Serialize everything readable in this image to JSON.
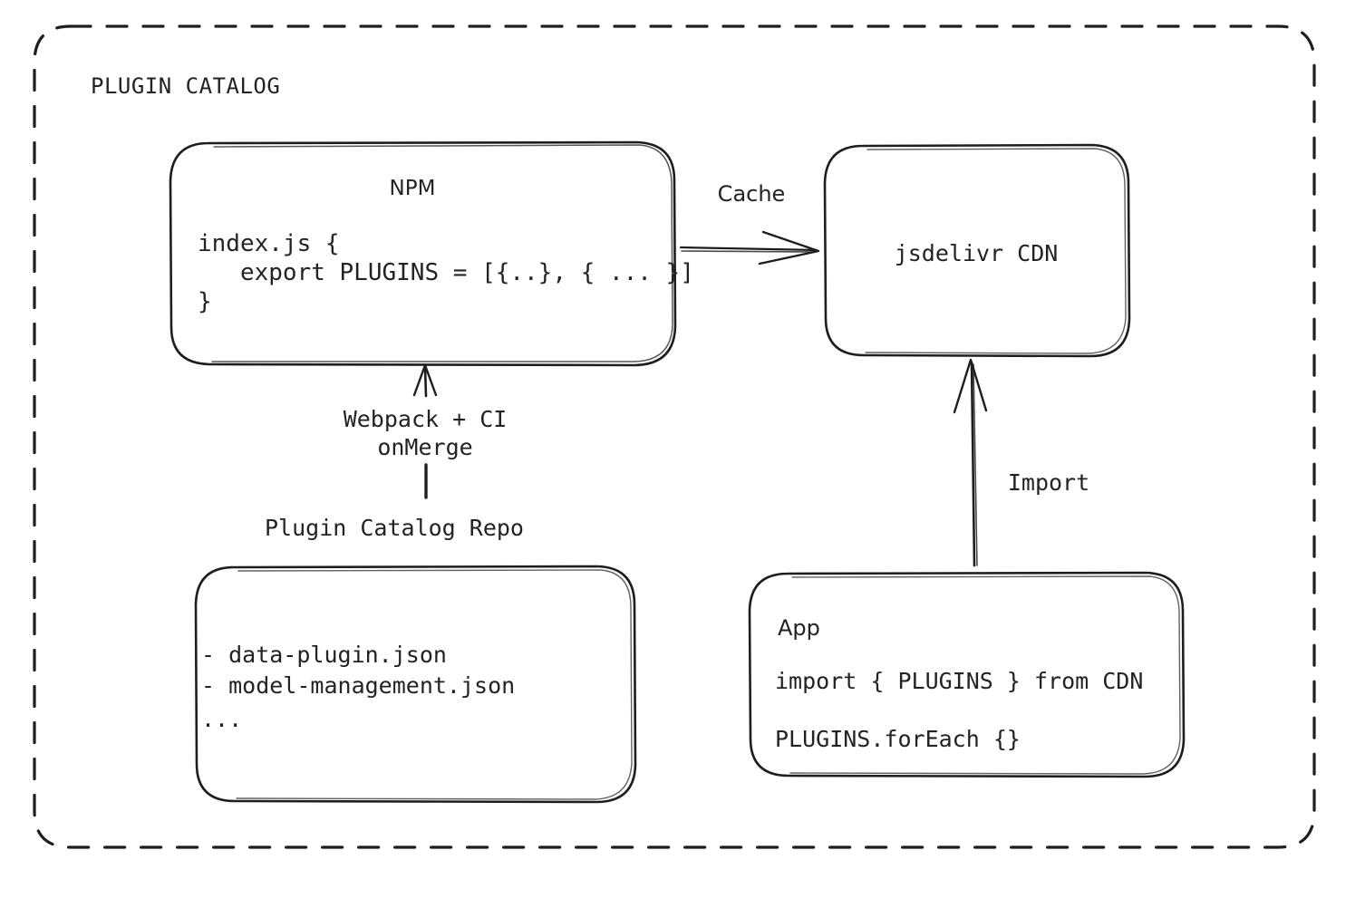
{
  "diagram": {
    "group_label": "PLUGIN CATALOG",
    "colors": {
      "stroke": "#1e1e1e",
      "text": "#232323",
      "background": "#ffffff"
    },
    "nodes": {
      "npm": {
        "title": "NPM",
        "code": [
          "index.js {",
          "   export PLUGINS = [{..}, { ... }]",
          "}"
        ]
      },
      "cdn": {
        "title": "jsdelivr CDN"
      },
      "repo": {
        "title": "Plugin Catalog Repo",
        "files": [
          "- data-plugin.json",
          "- model-management.json",
          "..."
        ]
      },
      "app": {
        "title": "App",
        "code": [
          "import { PLUGINS } from CDN",
          "PLUGINS.forEach {}"
        ]
      }
    },
    "edges": {
      "cache": {
        "label": "Cache",
        "from": "npm",
        "to": "cdn"
      },
      "import": {
        "label": "Import",
        "from": "app",
        "to": "cdn"
      },
      "build": {
        "label_line_1": "Webpack + CI",
        "label_line_2": "onMerge",
        "from": "repo",
        "to": "npm"
      }
    }
  }
}
